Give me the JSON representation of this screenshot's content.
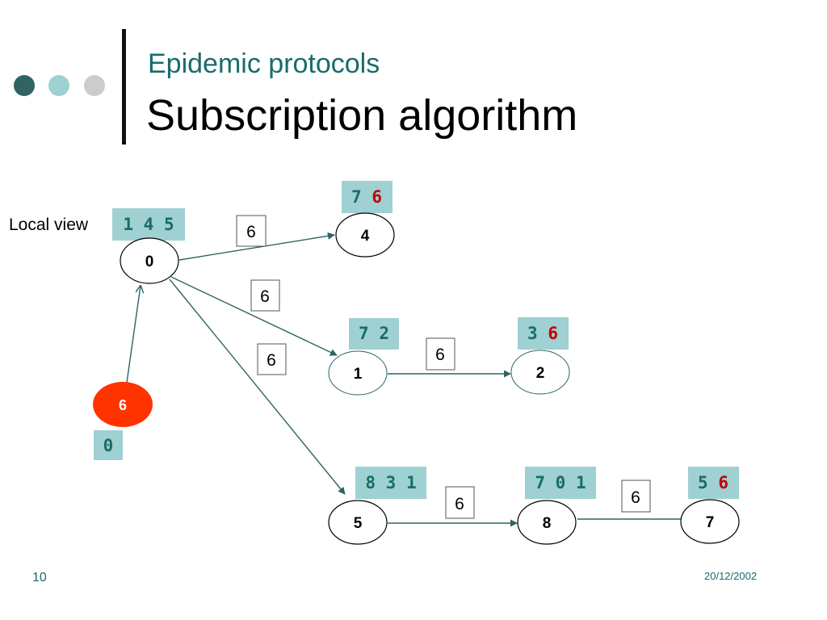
{
  "header": {
    "title": "Epidemic protocols",
    "subtitle": "Subscription algorithm",
    "dot_colors": [
      "#2f6364",
      "#9fd0d2",
      "#cccccc"
    ]
  },
  "diagram": {
    "local_view_label": "Local view",
    "nodes": [
      {
        "id": "0",
        "label": "0",
        "view": [
          "1 4 5"
        ]
      },
      {
        "id": "4",
        "label": "4",
        "view": [
          "7",
          "6"
        ]
      },
      {
        "id": "1",
        "label": "1",
        "view": [
          "7 2"
        ]
      },
      {
        "id": "2",
        "label": "2",
        "view": [
          "3",
          "6"
        ]
      },
      {
        "id": "6",
        "label": "6",
        "view": [
          "0"
        ]
      },
      {
        "id": "5",
        "label": "5",
        "view": [
          "8 3 1"
        ]
      },
      {
        "id": "8",
        "label": "8",
        "view": [
          "7 0 1"
        ]
      },
      {
        "id": "7",
        "label": "7",
        "view": [
          "5",
          "6"
        ]
      }
    ],
    "edges": [
      {
        "from": "6",
        "to": "0",
        "label": ""
      },
      {
        "from": "0",
        "to": "4",
        "label": "6"
      },
      {
        "from": "0",
        "to": "1",
        "label": "6"
      },
      {
        "from": "0",
        "to": "5",
        "label": "6"
      },
      {
        "from": "1",
        "to": "2",
        "label": "6"
      },
      {
        "from": "5",
        "to": "8",
        "label": "6"
      },
      {
        "from": "8",
        "to": "7",
        "label": "6"
      }
    ],
    "colors": {
      "view_box_bg": "#9fd0d2",
      "view_text": "#1a6b6b",
      "new_entry": "#c00000",
      "new_node_fill": "#ff3300",
      "edge": "#2f6364"
    }
  },
  "footer": {
    "page_number": "10",
    "date": "20/12/2002"
  }
}
